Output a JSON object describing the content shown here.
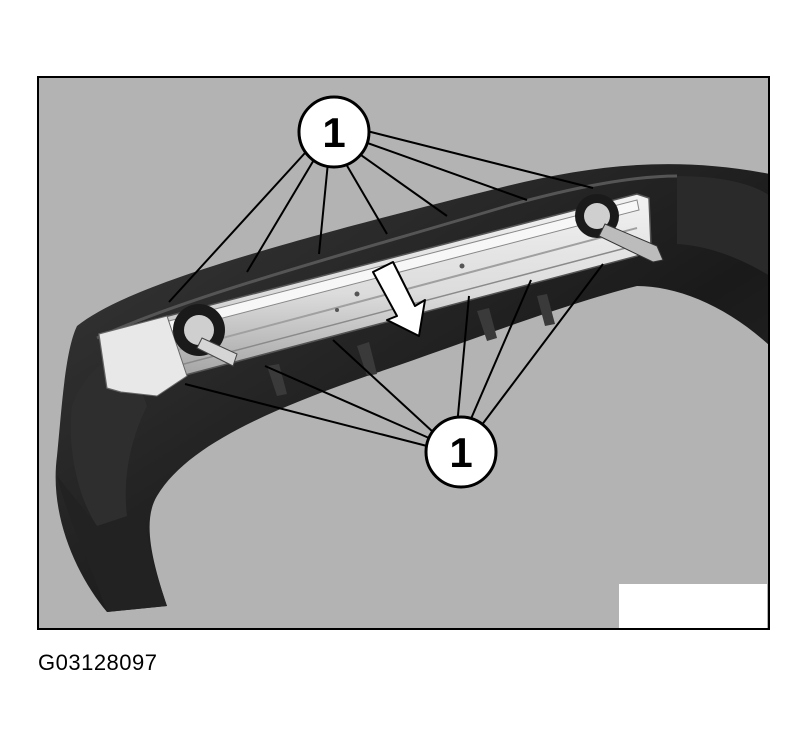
{
  "figure": {
    "id_label": "G03128097",
    "callouts": [
      {
        "label": "1"
      },
      {
        "label": "1"
      }
    ]
  },
  "colors": {
    "background": "#b3b3b3",
    "bumper": "#1d1d1d",
    "bar": "#e1e1e1",
    "leader": "#000000"
  },
  "icons": [
    "down-arrow-icon"
  ]
}
